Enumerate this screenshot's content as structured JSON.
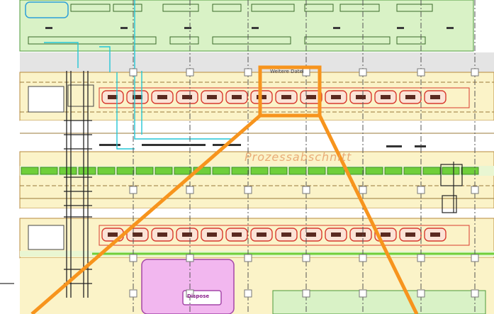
{
  "figure": {
    "area_label": "Prozessabschnitt",
    "magenta_label": "Dispose",
    "box_label": "Weitere Datei"
  },
  "colors": {
    "highlight": "#f7941d",
    "bay_fill": "#fbf3c8",
    "green_zone": "#d9f2c6",
    "magenta_zone": "#f2b7ef",
    "red_units": "#d83b2e",
    "green_conveyor": "#6fcf3a",
    "cyan_lines": "#24c6d6",
    "grey_band": "#e4e4e4"
  }
}
